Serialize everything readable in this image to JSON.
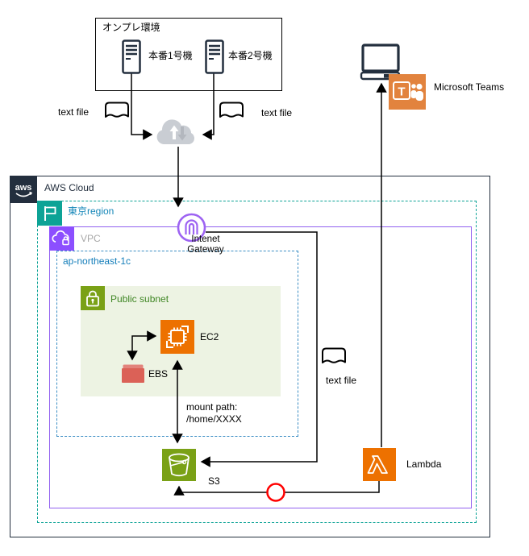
{
  "diagram": {
    "onprem": {
      "title": "オンプレ環境",
      "server1_label": "本番1号機",
      "server2_label": "本番2号機"
    },
    "callouts": {
      "left": "text file",
      "right": "text file",
      "middle": "text file"
    },
    "teams_label": "Microsoft Teams",
    "aws": {
      "cloud_label": "AWS Cloud",
      "aws_logo_text": "aws",
      "region_label": "東京region",
      "vpc_label": "VPC",
      "az_label": "ap-northeast-1c",
      "subnet_label": "Public subnet",
      "igw_label_line1": "Intenet",
      "igw_label_line2": "Gateway",
      "ec2_label": "EC2",
      "ebs_label": "EBS",
      "s3_label": "S3",
      "lambda_label": "Lambda",
      "teams_glyph_letter": "T",
      "mount_line1": "mount path:",
      "mount_line2": "/home/XXXX"
    },
    "colors": {
      "aws_orange": "#ED7100",
      "teams_orange": "#E2833E",
      "s3_green": "#7AA116",
      "subnet_fill": "#EDF3E3",
      "subnet_text_green": "#3F8624",
      "vpc_purple": "#8C4FFF",
      "igw_purple": "#9D63F2",
      "region_teal": "#0DA396",
      "az_text_blue": "#147EBA",
      "region_text_blue": "#1486B8",
      "navy": "#232F3E",
      "ebs_red": "#DB6157",
      "alert_red": "#FF0000",
      "cloud_gray": "#C9CDD3"
    }
  }
}
